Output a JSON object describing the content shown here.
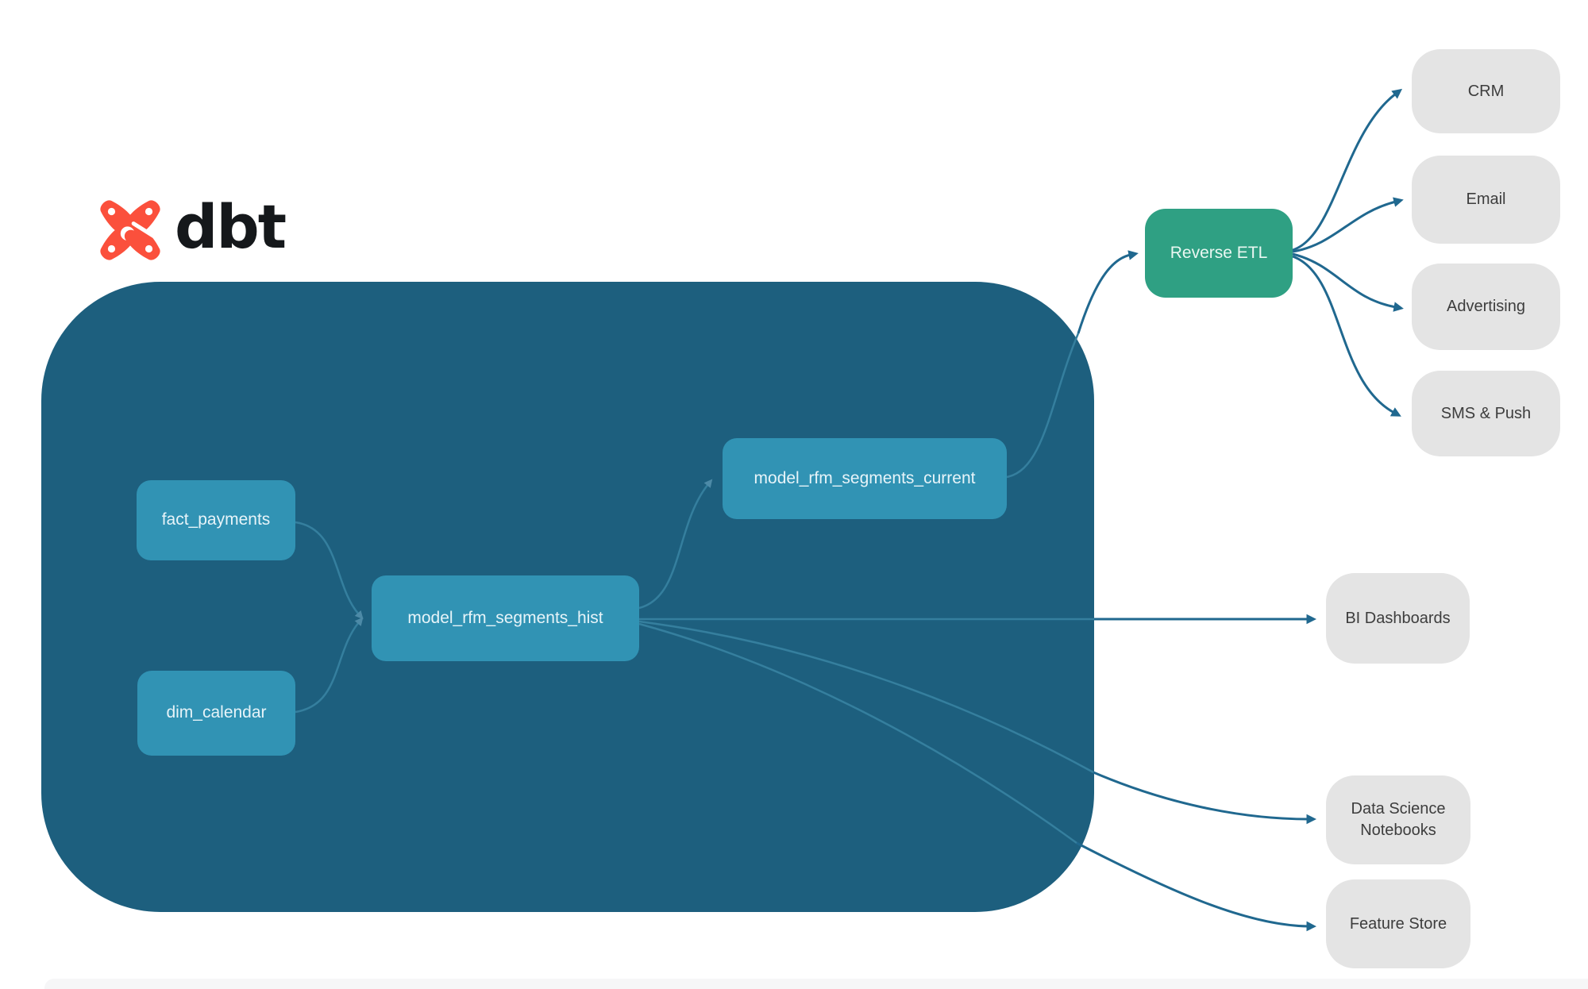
{
  "logo": {
    "brand": "dbt",
    "icon": "dbt-star-icon",
    "icon_color": "#fb503c"
  },
  "colors": {
    "container_background": "#1d5f7e",
    "model_node": "#3193b4",
    "reverse_etl_node": "#2fa083",
    "destination_node": "#e4e4e4",
    "edge_outside": "#20688f",
    "edge_inside": "#357f9e",
    "model_text": "#e7f4f9",
    "destination_text": "#3d3d3d"
  },
  "nodes": {
    "fact_payments": {
      "label": "fact_payments"
    },
    "dim_calendar": {
      "label": "dim_calendar"
    },
    "model_rfm_segments_hist": {
      "label": "model_rfm_segments_hist"
    },
    "model_rfm_segments_current": {
      "label": "model_rfm_segments_current"
    },
    "reverse_etl": {
      "label": "Reverse ETL"
    },
    "crm": {
      "label": "CRM"
    },
    "email": {
      "label": "Email"
    },
    "advertising": {
      "label": "Advertising"
    },
    "sms_push": {
      "label": "SMS & Push"
    },
    "bi_dashboards": {
      "label": "BI Dashboards"
    },
    "data_science_notebooks": {
      "label": "Data Science Notebooks"
    },
    "feature_store": {
      "label": "Feature Store"
    }
  },
  "edges": [
    {
      "from": "fact_payments",
      "to": "model_rfm_segments_hist"
    },
    {
      "from": "dim_calendar",
      "to": "model_rfm_segments_hist"
    },
    {
      "from": "model_rfm_segments_hist",
      "to": "model_rfm_segments_current"
    },
    {
      "from": "model_rfm_segments_hist",
      "to": "bi_dashboards"
    },
    {
      "from": "model_rfm_segments_hist",
      "to": "data_science_notebooks"
    },
    {
      "from": "model_rfm_segments_hist",
      "to": "feature_store"
    },
    {
      "from": "model_rfm_segments_current",
      "to": "reverse_etl"
    },
    {
      "from": "reverse_etl",
      "to": "crm"
    },
    {
      "from": "reverse_etl",
      "to": "email"
    },
    {
      "from": "reverse_etl",
      "to": "advertising"
    },
    {
      "from": "reverse_etl",
      "to": "sms_push"
    }
  ]
}
